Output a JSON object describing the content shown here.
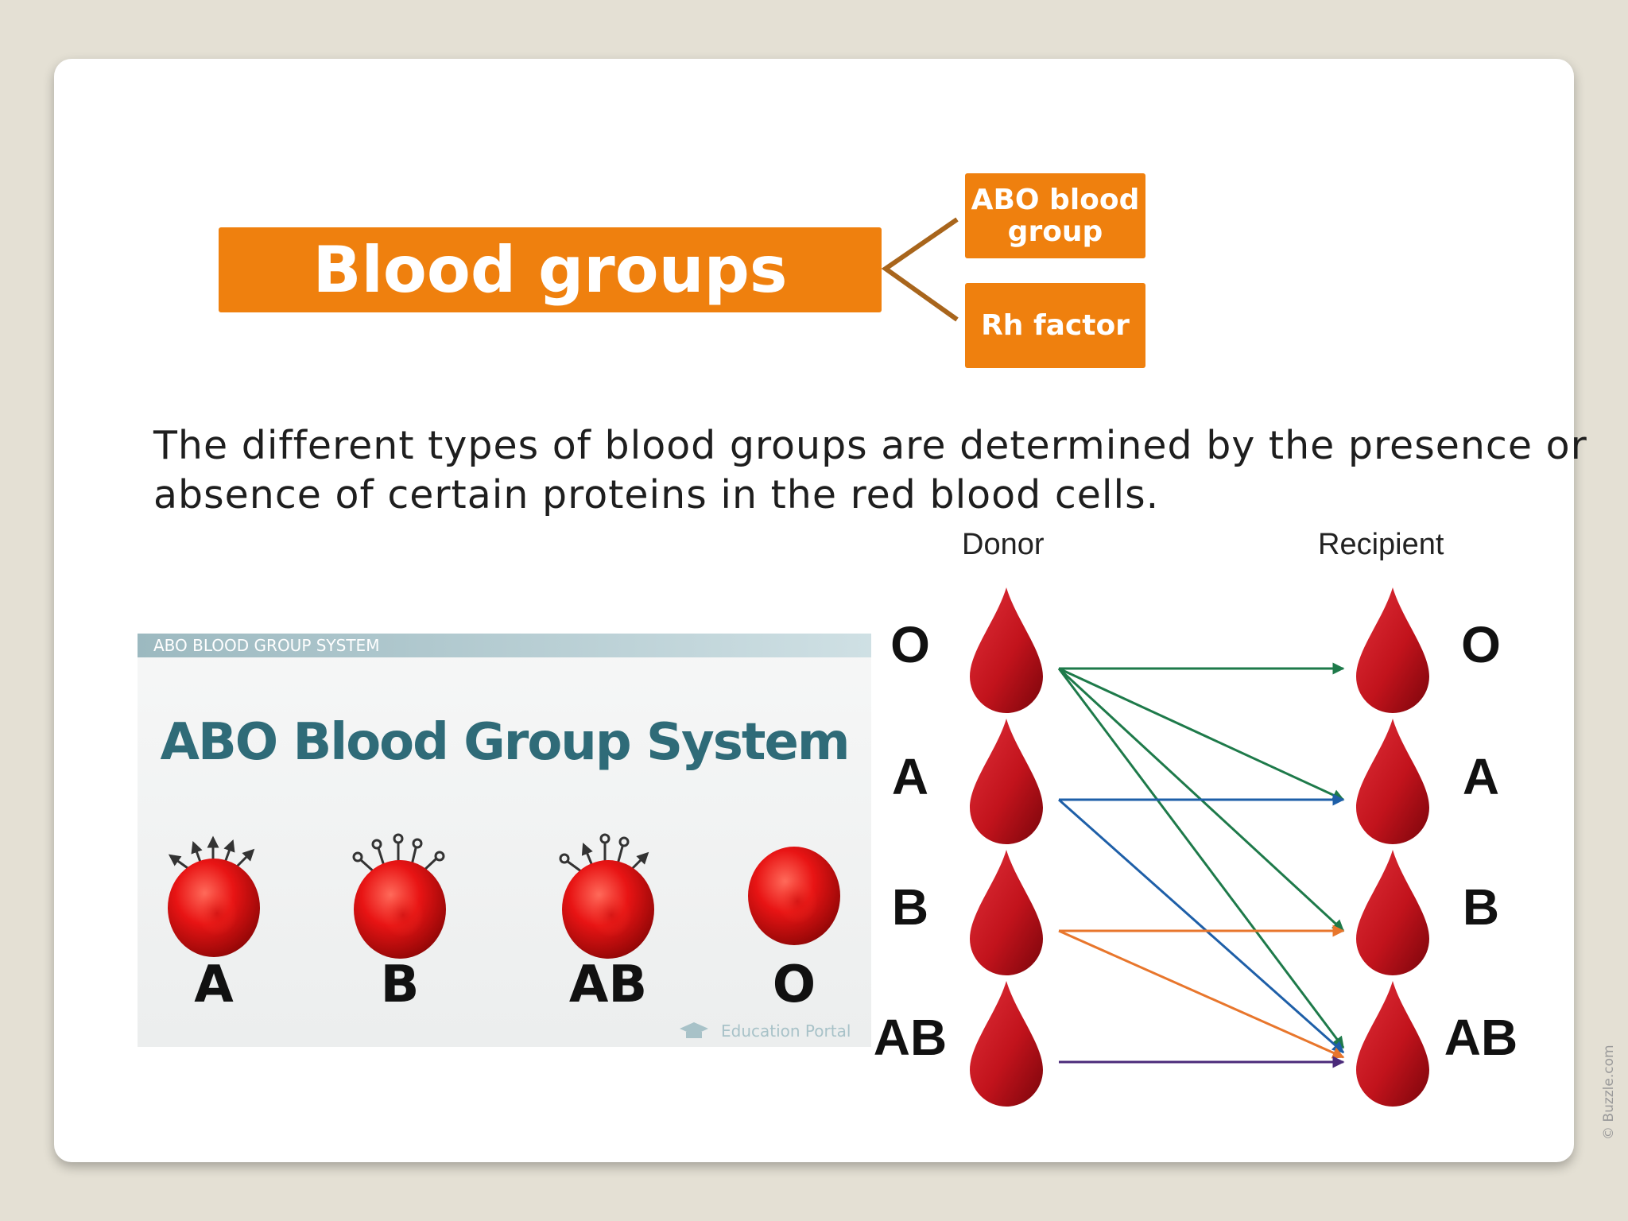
{
  "title": "Blood groups",
  "branches": [
    "ABO blood group",
    "Rh factor"
  ],
  "description": "The different types of blood groups are determined by the presence or absence of certain proteins in the red blood cells.",
  "abo_image": {
    "header_strip": "ABO BLOOD GROUP SYSTEM",
    "title": "ABO Blood Group System",
    "cells": [
      "A",
      "B",
      "AB",
      "O"
    ],
    "logo_text": "Education Portal"
  },
  "transfusion": {
    "donor_label": "Donor",
    "recipient_label": "Recipient",
    "types": [
      "O",
      "A",
      "B",
      "AB"
    ],
    "compatibility": [
      {
        "donor": "O",
        "recipients": [
          "O",
          "A",
          "B",
          "AB"
        ],
        "color": "#1e7a4a"
      },
      {
        "donor": "A",
        "recipients": [
          "A",
          "AB"
        ],
        "color": "#1e5fa8"
      },
      {
        "donor": "B",
        "recipients": [
          "B",
          "AB"
        ],
        "color": "#e8762c"
      },
      {
        "donor": "AB",
        "recipients": [
          "AB"
        ],
        "color": "#4b2a7a"
      }
    ],
    "credit": "© Buzzle.com"
  },
  "colors": {
    "accent_orange": "#ef800e",
    "connector_brown": "#a8651c",
    "blood_red": "#c2131c",
    "panel_teal": "#2f6b78"
  }
}
